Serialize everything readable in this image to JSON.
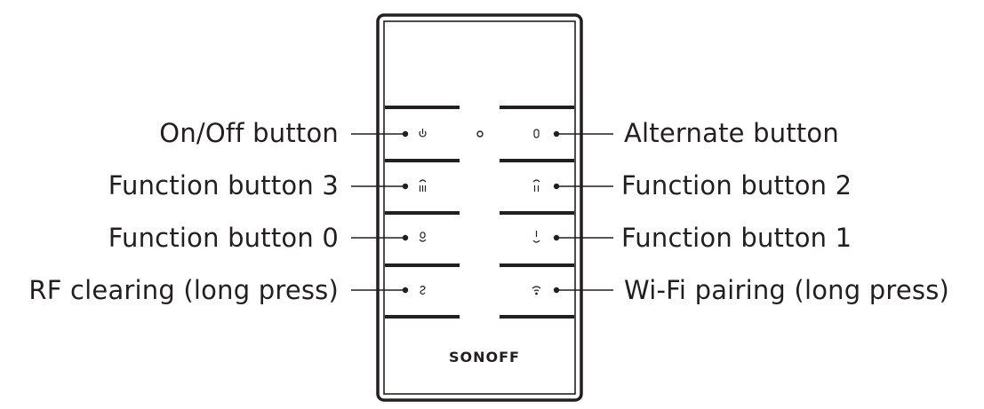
{
  "device": {
    "brand": "SONOFF",
    "icons": {
      "on_off": "power-icon",
      "alternate": "zero-icon",
      "function_3": "three-bars-arc-icon",
      "function_2": "two-bars-arc-icon",
      "function_0": "circle-arc-icon",
      "function_1": "bar-arc-icon",
      "rf_clearing": "rf-icon",
      "wifi_pairing": "wifi-icon",
      "indicator": "led-indicator"
    }
  },
  "labels": {
    "left": [
      "On/Off button",
      "Function button 3",
      "Function button 0",
      "RF clearing (long press)"
    ],
    "right": [
      "Alternate button",
      "Function button 2",
      "Function button 1",
      "Wi-Fi pairing (long press)"
    ]
  },
  "colors": {
    "line": "#231f20",
    "background": "#ffffff"
  }
}
